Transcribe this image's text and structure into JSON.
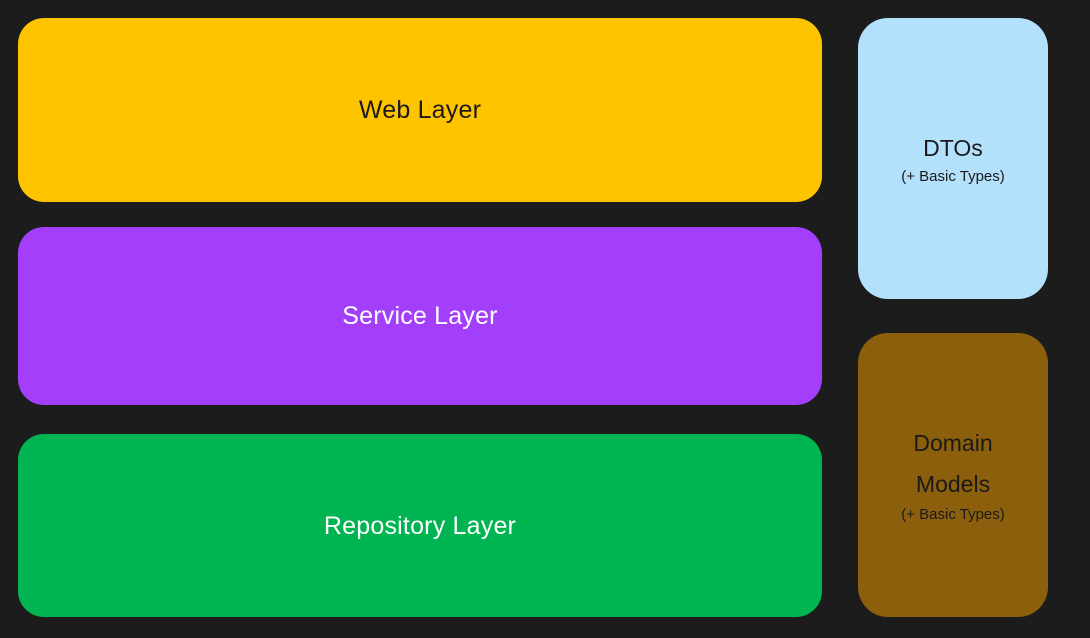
{
  "diagram": {
    "background_color": "#1c1c1c",
    "layers": [
      {
        "id": "web-layer",
        "label": "Web Layer",
        "fill_color": "#ffc400",
        "text_color": "#1a1a1a"
      },
      {
        "id": "service-layer",
        "label": "Service Layer",
        "fill_color": "#a33ffb",
        "text_color": "#ffffff"
      },
      {
        "id": "repository-layer",
        "label": "Repository Layer",
        "fill_color": "#00b551",
        "text_color": "#ffffff"
      }
    ],
    "models": [
      {
        "id": "dtos",
        "title": "DTOs",
        "subtitle": "(+ Basic Types)",
        "fill_color": "#b3e1fb",
        "text_color": "#1a1a1a"
      },
      {
        "id": "domain-models",
        "title_line_1": "Domain",
        "title_line_2": "Models",
        "subtitle": "(+ Basic Types)",
        "fill_color": "#8c5f0c",
        "text_color": "#1a1a1a"
      }
    ]
  }
}
